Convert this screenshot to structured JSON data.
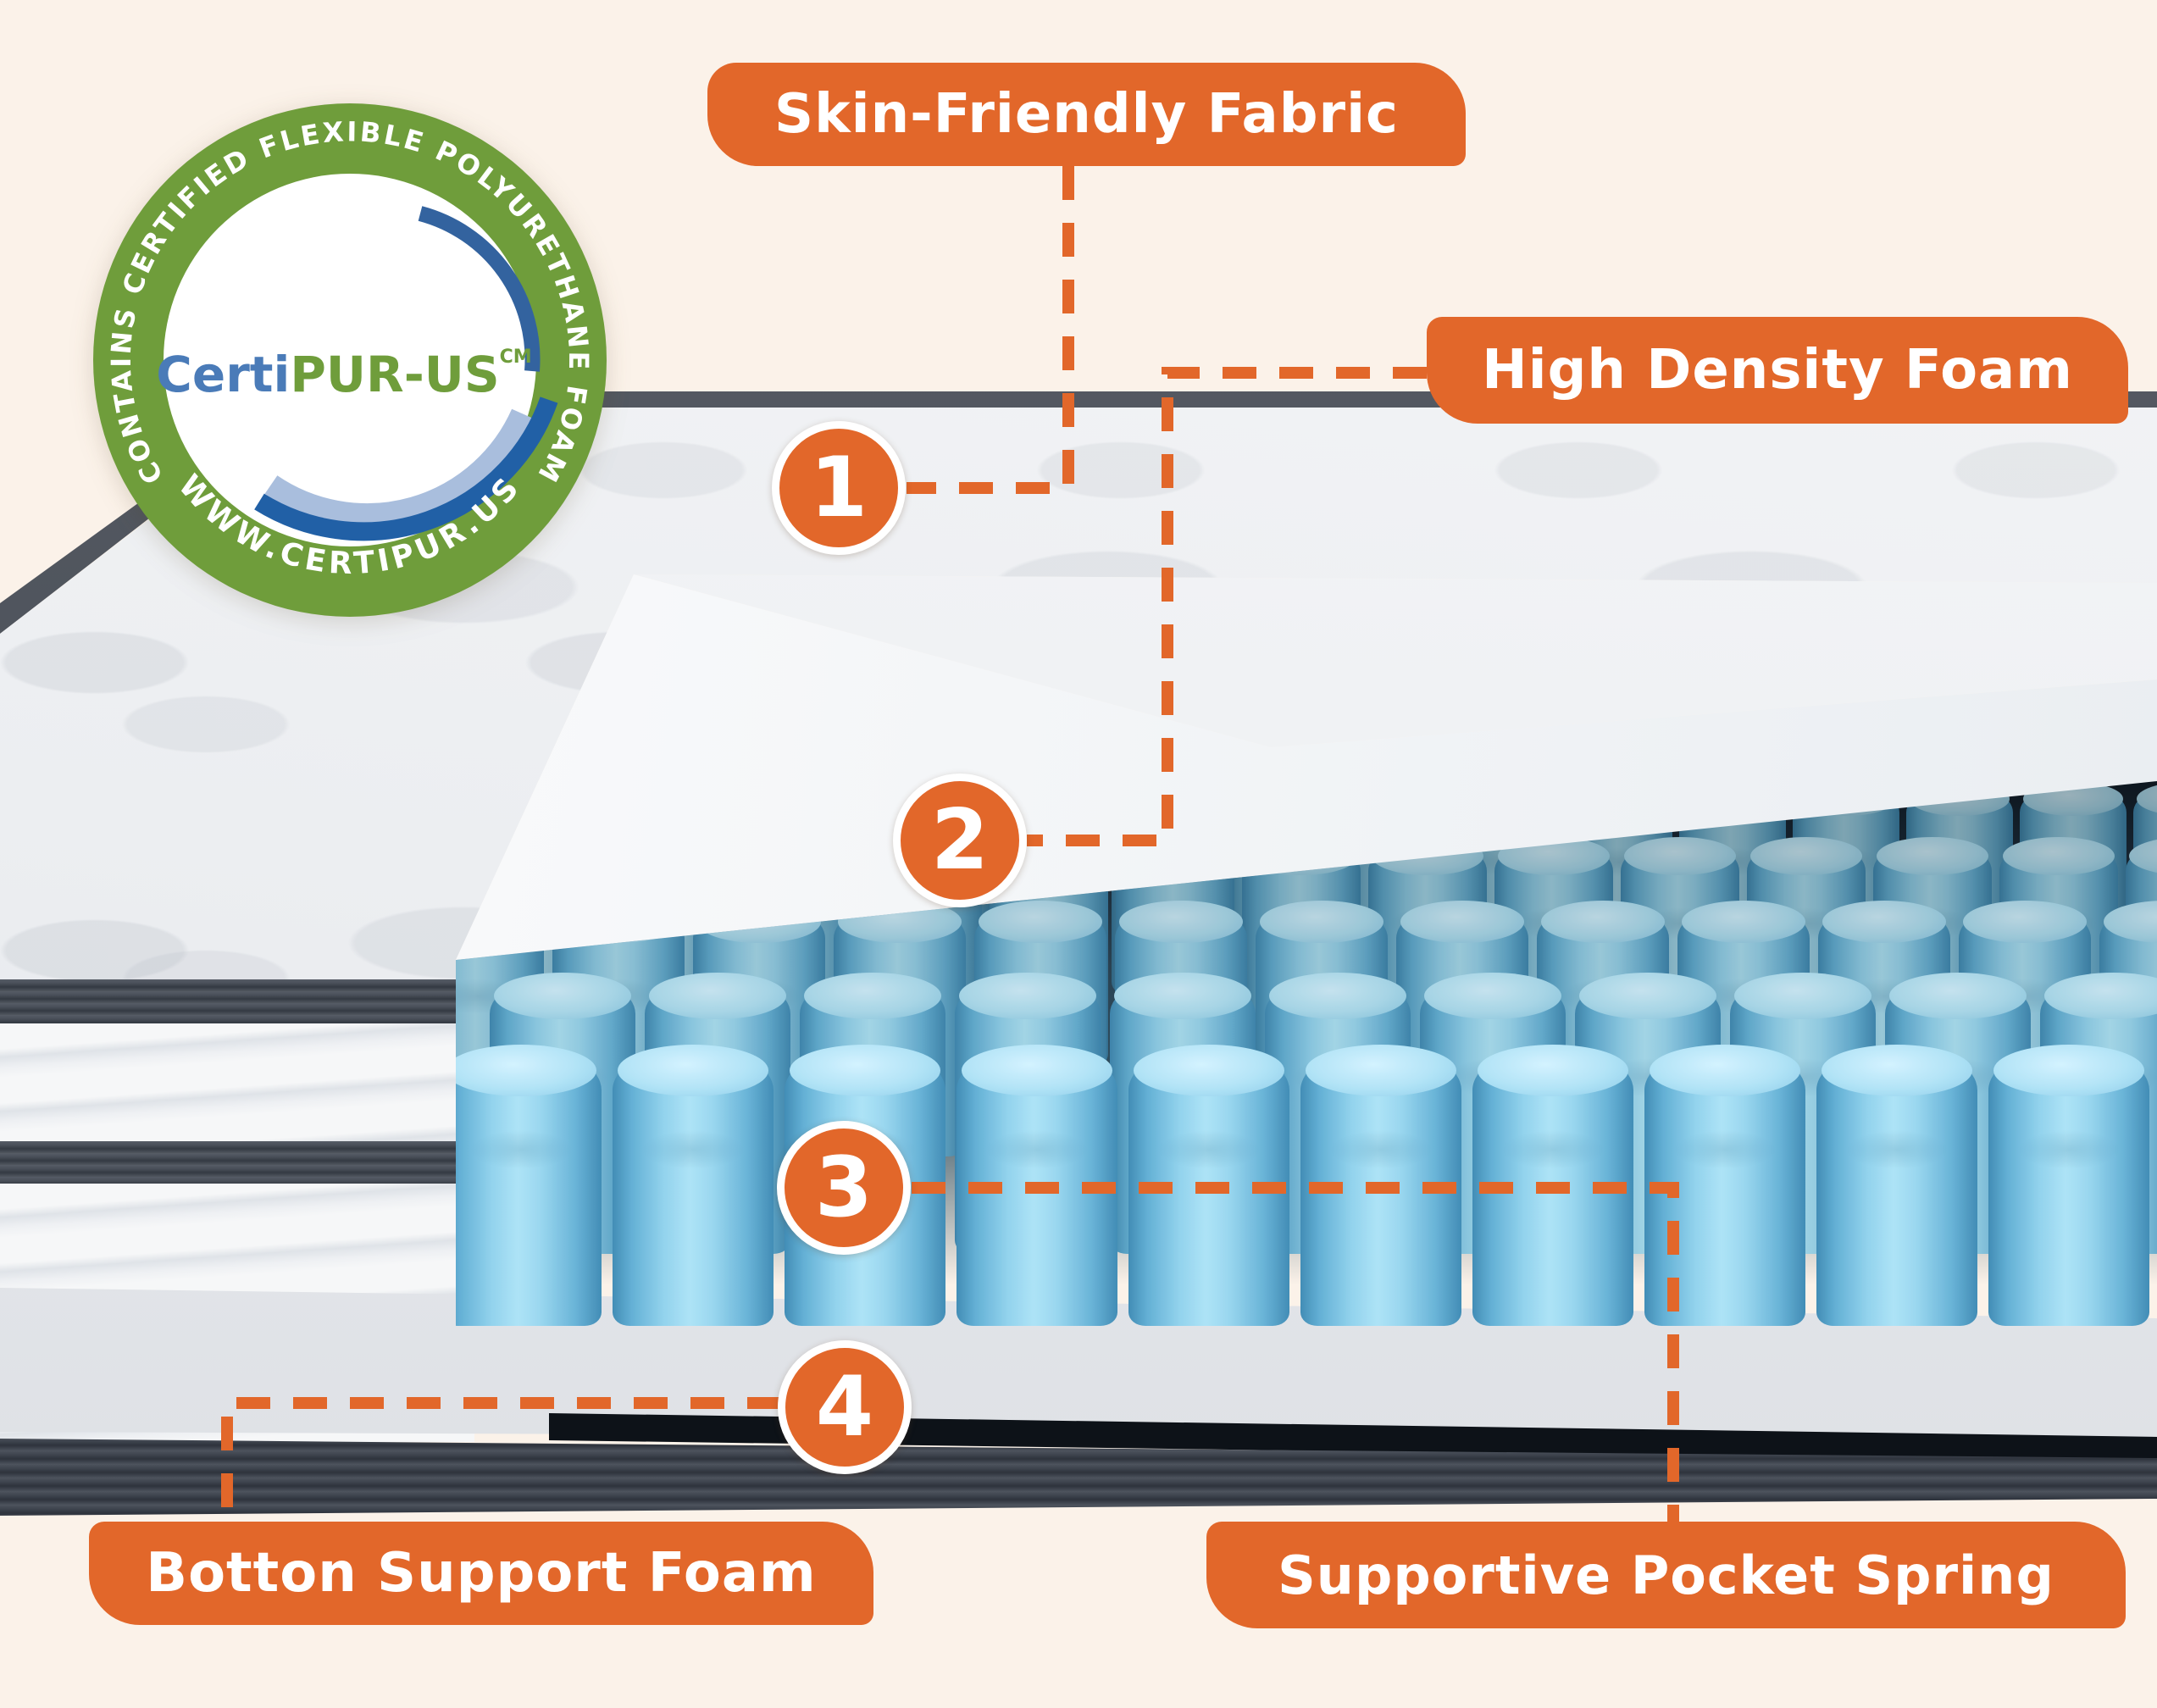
{
  "badge": {
    "ring_text_top": "CONTAINS CERTIFIED FLEXIBLE POLYURETHANE FOAM",
    "ring_text_bottom": "WWW.CERTIPUR.US",
    "brand_prefix": "Certi",
    "brand_suffix": "PUR-US",
    "brand_mark": "CM",
    "green": "#6f9d3b",
    "blue": "#4a7bb8"
  },
  "callouts": [
    {
      "number": "1",
      "label": "Skin-Friendly Fabric"
    },
    {
      "number": "2",
      "label": "High Density Foam"
    },
    {
      "number": "3",
      "label": "Supportive Pocket Spring"
    },
    {
      "number": "4",
      "label": "Botton Support Foam"
    }
  ],
  "colors": {
    "accent_orange": "#e2672a",
    "background_cream": "#fbf2e9",
    "spring_blue": "#8cc9e2",
    "foam_white": "#f4f5f7",
    "base_gray": "#3b414b"
  }
}
